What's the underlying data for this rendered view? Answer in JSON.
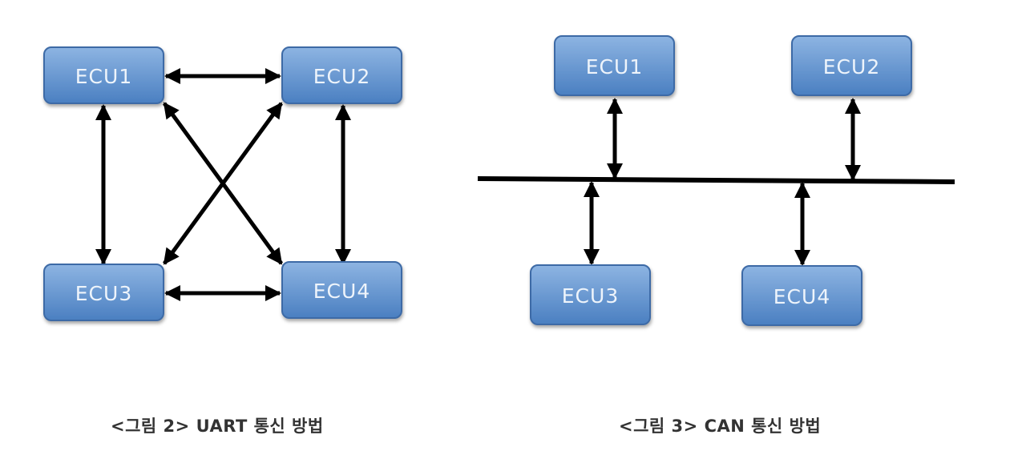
{
  "colors": {
    "box_top": "#8db4e2",
    "box_bottom": "#4a7fc1",
    "box_stroke": "#3c6aa6",
    "box_text": "#eef4fb",
    "arrow": "#000000"
  },
  "uart": {
    "nodes": [
      "ECU1",
      "ECU2",
      "ECU3",
      "ECU4"
    ],
    "links": [
      [
        "ECU1",
        "ECU2"
      ],
      [
        "ECU3",
        "ECU4"
      ],
      [
        "ECU1",
        "ECU3"
      ],
      [
        "ECU2",
        "ECU4"
      ],
      [
        "ECU1",
        "ECU4"
      ],
      [
        "ECU2",
        "ECU3"
      ]
    ],
    "caption": "<그림 2> UART 통신 방법"
  },
  "can": {
    "nodes": [
      "ECU1",
      "ECU2",
      "ECU3",
      "ECU4"
    ],
    "bus": "shared-bus",
    "caption": "<그림 3> CAN 통신 방법"
  }
}
